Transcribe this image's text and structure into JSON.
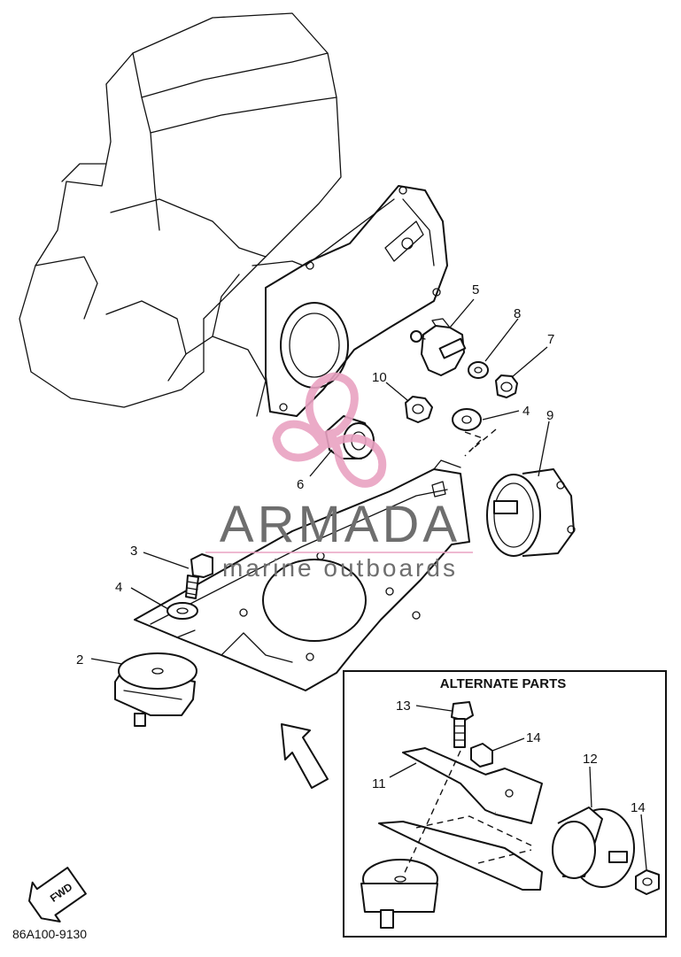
{
  "callouts": [
    {
      "n": "2"
    },
    {
      "n": "3"
    },
    {
      "n": "4"
    },
    {
      "n": "4"
    },
    {
      "n": "5"
    },
    {
      "n": "6"
    },
    {
      "n": "7"
    },
    {
      "n": "8"
    },
    {
      "n": "9"
    },
    {
      "n": "10"
    },
    {
      "n": "11"
    },
    {
      "n": "12"
    },
    {
      "n": "13"
    },
    {
      "n": "14"
    },
    {
      "n": "14"
    }
  ],
  "inset": {
    "title": "ALTERNATE PARTS"
  },
  "watermark": {
    "brand": "ARMADA",
    "tagline": "marine outboards",
    "accent": "#e9a2c2",
    "text_color": "#6e6e6e"
  },
  "fwd_label": "FWD",
  "drawing_number": "86A100-9130"
}
